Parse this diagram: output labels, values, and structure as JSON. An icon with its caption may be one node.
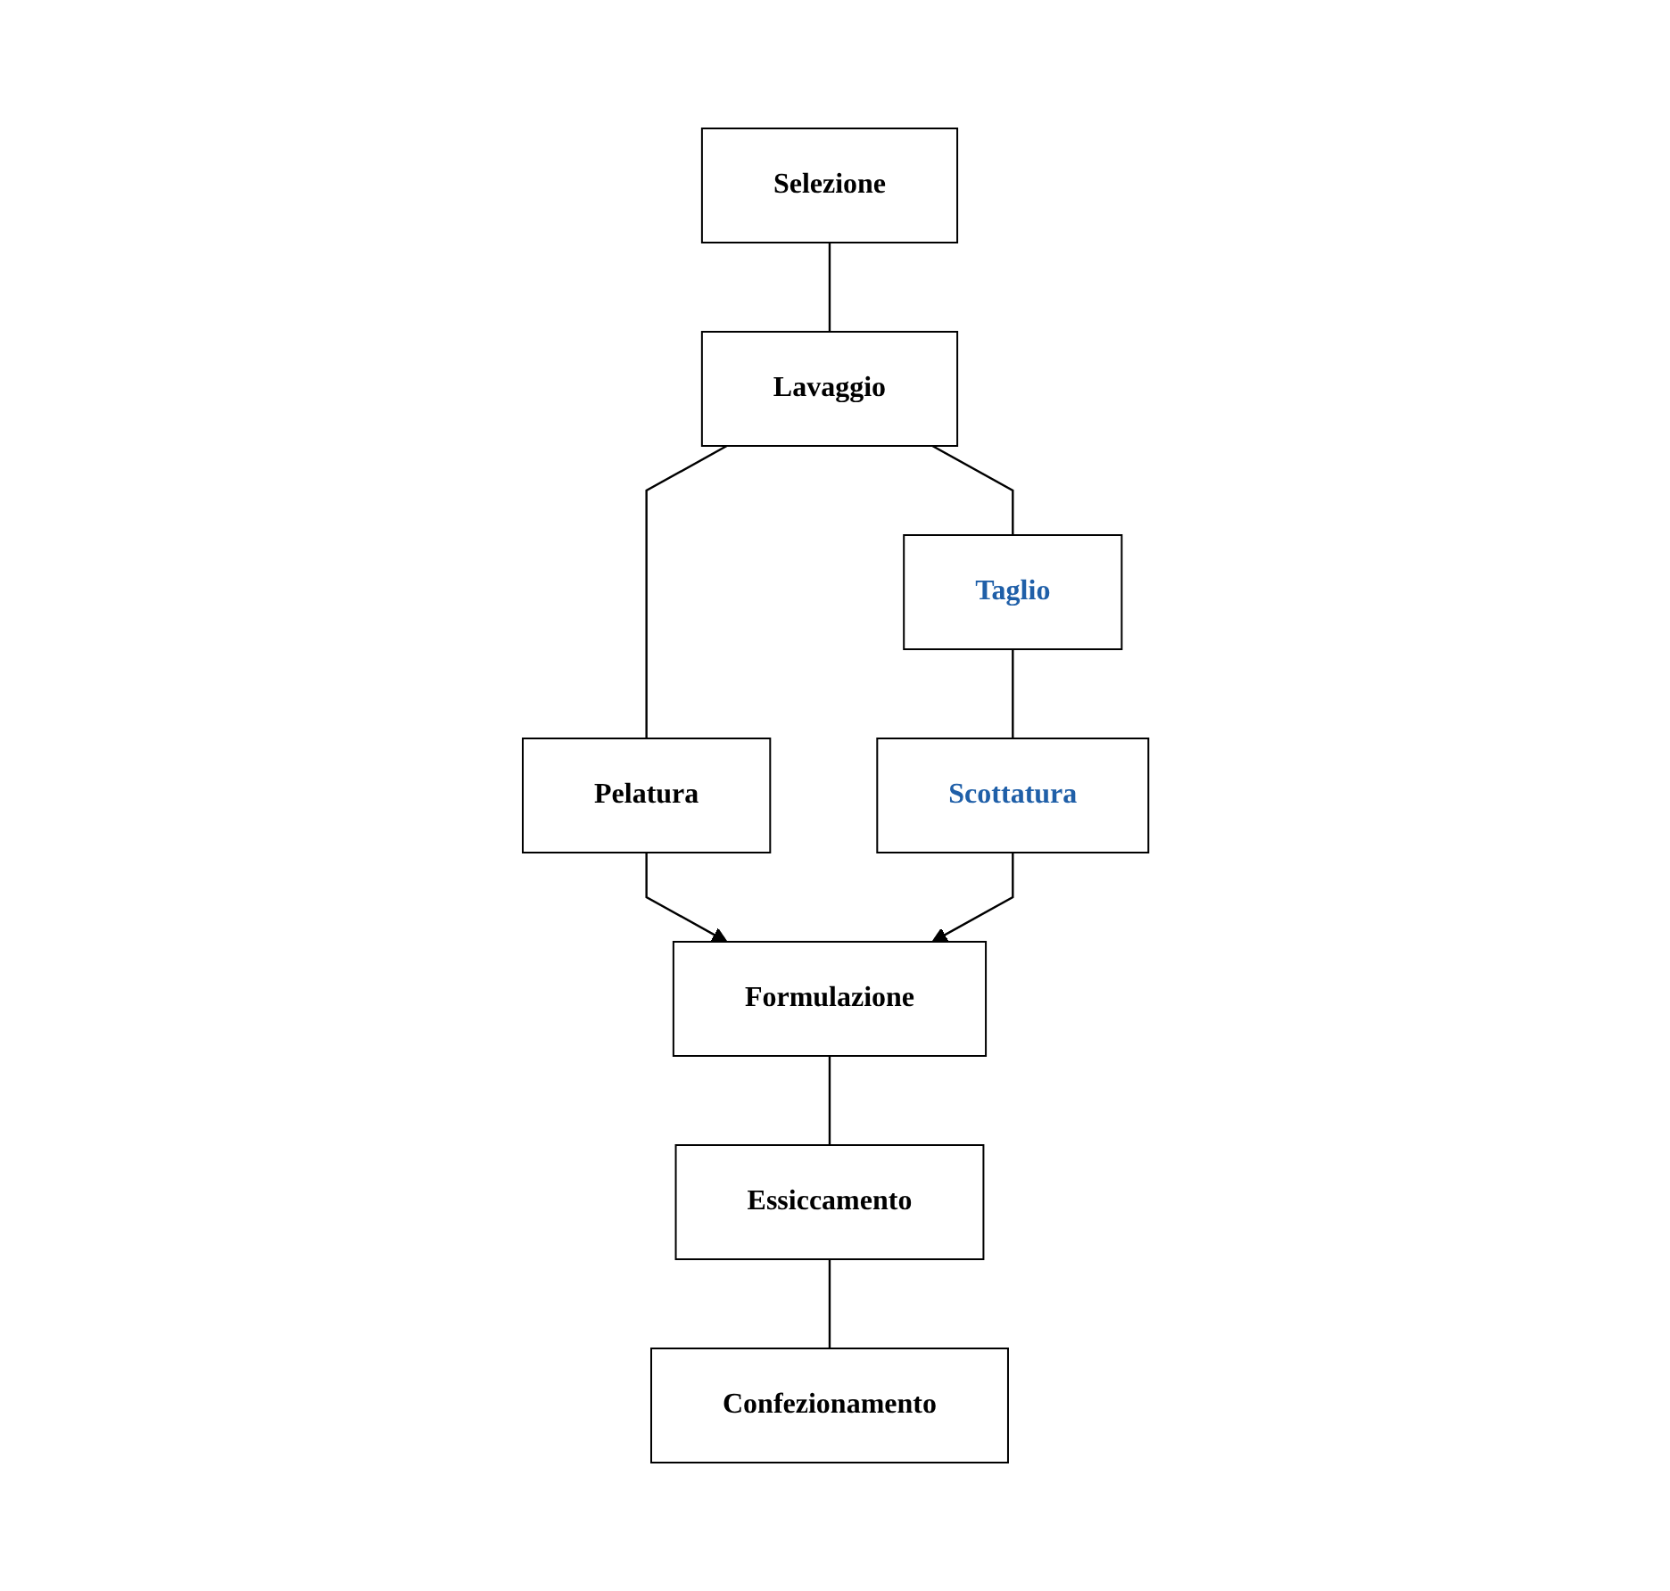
{
  "diagram": {
    "nodes": [
      {
        "text": [
          "Selezione"
        ]
      },
      {
        "text": [
          "Lavaggio"
        ]
      },
      {
        "text": [
          "Pelatura"
        ]
      },
      {
        "text": [
          "Taglio"
        ]
      },
      {
        "text": [
          "Scottatura"
        ]
      },
      {
        "text": [
          "Formulazione"
        ]
      },
      {
        "text": [
          "Essiccamento"
        ]
      },
      {
        "text": [
          "Confezionamento"
        ]
      }
    ],
    "edges": [
      {
        "from": 0,
        "to": 1,
        "arrow": "none"
      },
      {
        "from": 1,
        "to": 2,
        "arrow": "none"
      },
      {
        "from": 1,
        "to": 3,
        "arrow": "none"
      },
      {
        "from": 3,
        "to": 4,
        "arrow": "none"
      },
      {
        "from": 2,
        "to": 5,
        "arrow": "to"
      },
      {
        "from": 4,
        "to": 5,
        "arrow": "to"
      },
      {
        "from": 5,
        "to": 6,
        "arrow": "none"
      },
      {
        "from": 6,
        "to": 7,
        "arrow": "none"
      }
    ]
  }
}
